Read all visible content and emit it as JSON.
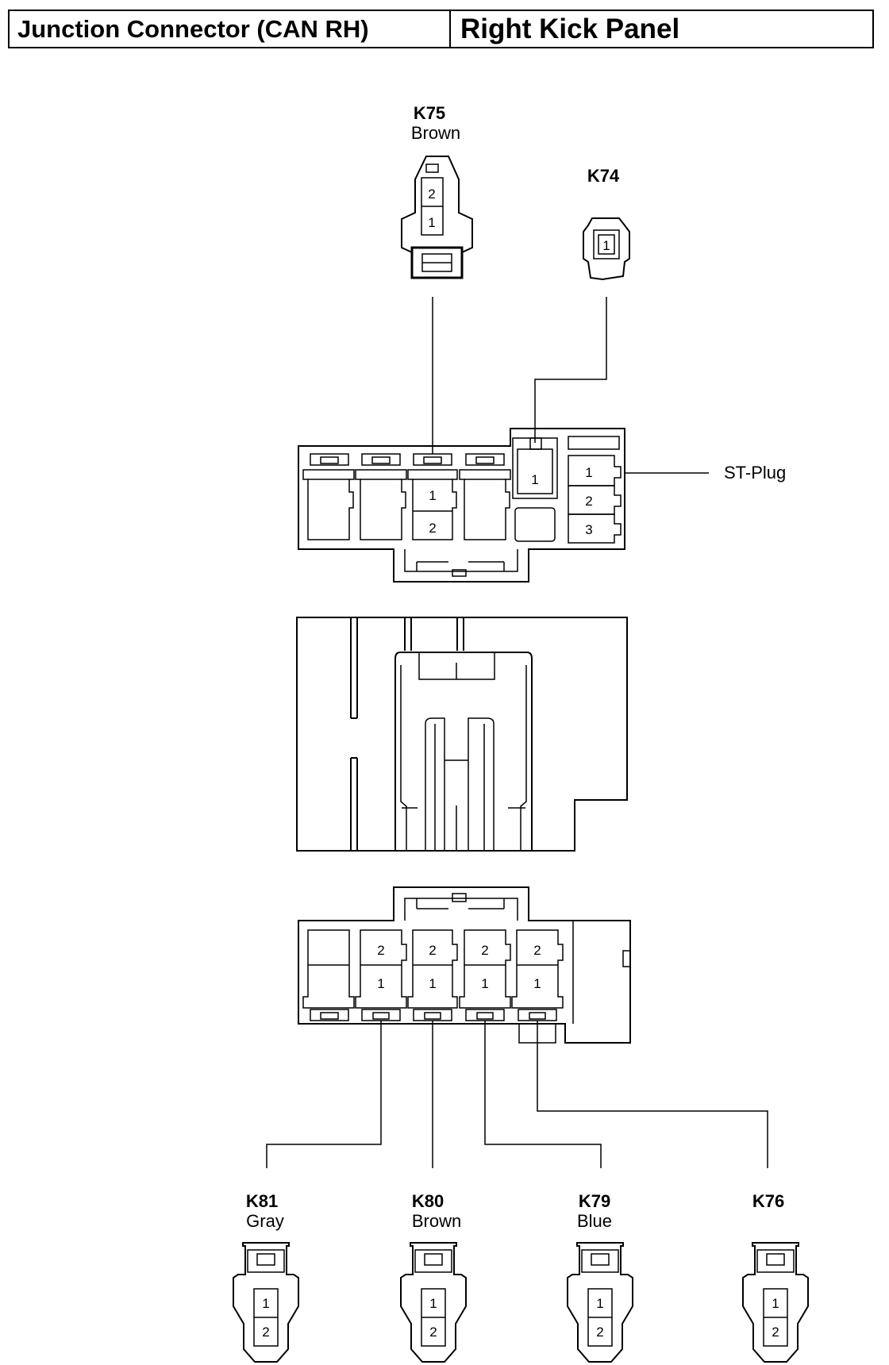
{
  "header": {
    "title": "Junction Connector (CAN RH)",
    "location": "Right Kick Panel"
  },
  "connectors": {
    "k75": {
      "id": "K75",
      "color": "Brown",
      "pins": [
        "2",
        "1"
      ]
    },
    "k74": {
      "id": "K74",
      "pins": [
        "1"
      ]
    },
    "k81": {
      "id": "K81",
      "color": "Gray",
      "pins": [
        "1",
        "2"
      ]
    },
    "k80": {
      "id": "K80",
      "color": "Brown",
      "pins": [
        "1",
        "2"
      ]
    },
    "k79": {
      "id": "K79",
      "color": "Blue",
      "pins": [
        "1",
        "2"
      ]
    },
    "k76": {
      "id": "K76",
      "pins": [
        "1",
        "2"
      ]
    }
  },
  "junction_upper": {
    "cavity_pins": [
      "1",
      "2"
    ],
    "k74_pin": "1",
    "st_plug_pins": [
      "1",
      "2",
      "3"
    ]
  },
  "junction_lower": {
    "cavity_pins": [
      "2",
      "1"
    ]
  },
  "st_plug": {
    "label": "ST-Plug"
  }
}
